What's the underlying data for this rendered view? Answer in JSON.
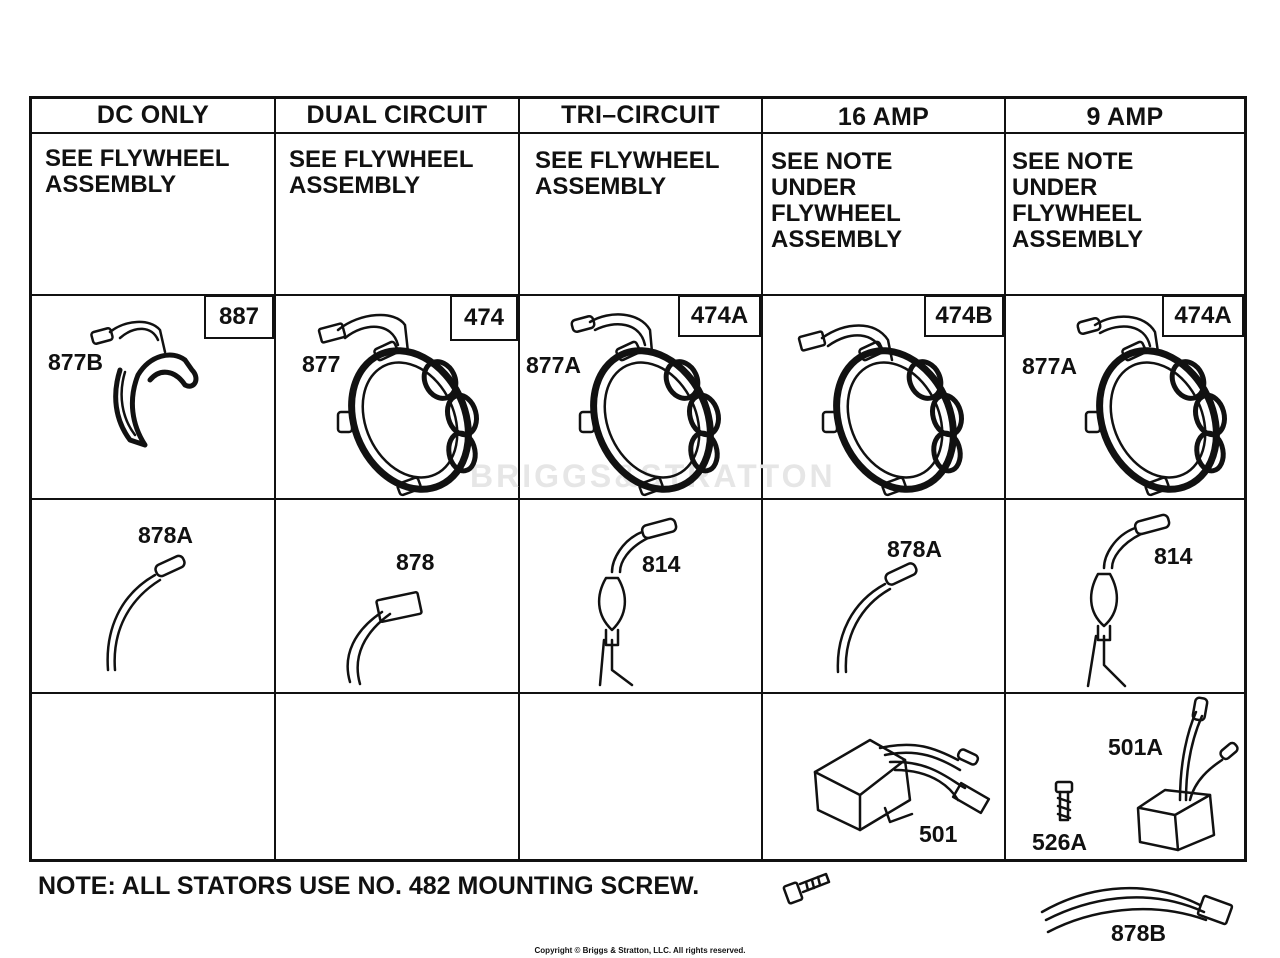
{
  "columns": [
    {
      "header": "DC ONLY",
      "note": "SEE FLYWHEEL\nASSEMBLY",
      "stator_part": "887",
      "stator_label": "877B",
      "lead_label": "878A",
      "module_labels": []
    },
    {
      "header": "DUAL CIRCUIT",
      "note": "SEE FLYWHEEL\nASSEMBLY",
      "stator_part": "474",
      "stator_label": "877",
      "lead_label": "878",
      "module_labels": []
    },
    {
      "header": "TRI–CIRCUIT",
      "note": "SEE FLYWHEEL\nASSEMBLY",
      "stator_part": "474A",
      "stator_label": "877A",
      "lead_label": "814",
      "module_labels": []
    },
    {
      "header": "16 AMP",
      "note": "SEE NOTE\nUNDER\nFLYWHEEL\nASSEMBLY",
      "stator_part": "474B",
      "stator_label": "",
      "lead_label": "878A",
      "module_labels": [
        "501"
      ]
    },
    {
      "header": "9 AMP",
      "note": "SEE NOTE\nUNDER\nFLYWHEEL\nASSEMBLY",
      "stator_part": "474A",
      "stator_label": "877A",
      "lead_label": "814",
      "module_labels": [
        "501A",
        "526A"
      ]
    }
  ],
  "footer": {
    "note": "NOTE: ALL STATORS USE NO. 482 MOUNTING SCREW.",
    "harness_label": "878B",
    "copyright": "Copyright © Briggs & Stratton, LLC. All rights reserved."
  },
  "watermark": "BRIGGS&STRATTON",
  "icons": [
    "stator-coil-icon",
    "wire-lead-icon",
    "regulator-icon",
    "screw-icon",
    "harness-icon"
  ]
}
